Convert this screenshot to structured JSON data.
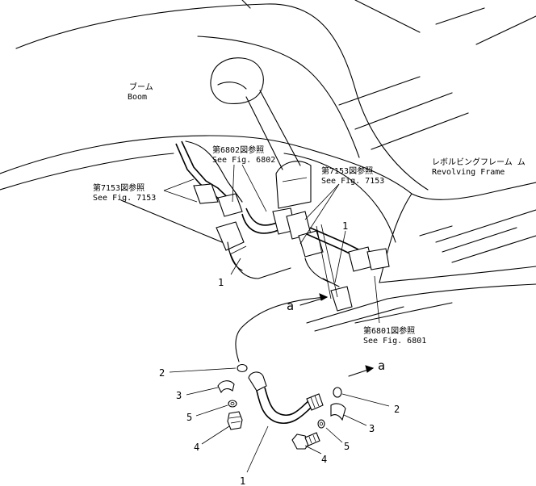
{
  "labels": {
    "boom_jp": "ブーム",
    "boom_en": "Boom",
    "revolving_jp": "レボルビングフレーム ム",
    "revolving_en": "Revolving  Frame",
    "ref6802_jp": "第6802図参照",
    "ref6802_en": "See  Fig.  6802",
    "ref7153_left_jp": "第7153図参照",
    "ref7153_left_en": "See  Fig.  7153",
    "ref7153_right_jp": "第7153図参照",
    "ref7153_right_en": "See  Fig.  7153",
    "ref6801_jp": "第6801図参照",
    "ref6801_en": "See  Fig.  6801"
  },
  "callouts": {
    "hose_upper_left": "1",
    "hose_upper_right": "1",
    "hose_lower": "1",
    "oring_left": "2",
    "oring_right": "2",
    "clamp_left": "3",
    "clamp_right": "3",
    "bolt_left": "4",
    "bolt_right": "4",
    "washer_left": "5",
    "washer_right": "5",
    "view_a_upper": "a",
    "view_a_lower": "a"
  }
}
